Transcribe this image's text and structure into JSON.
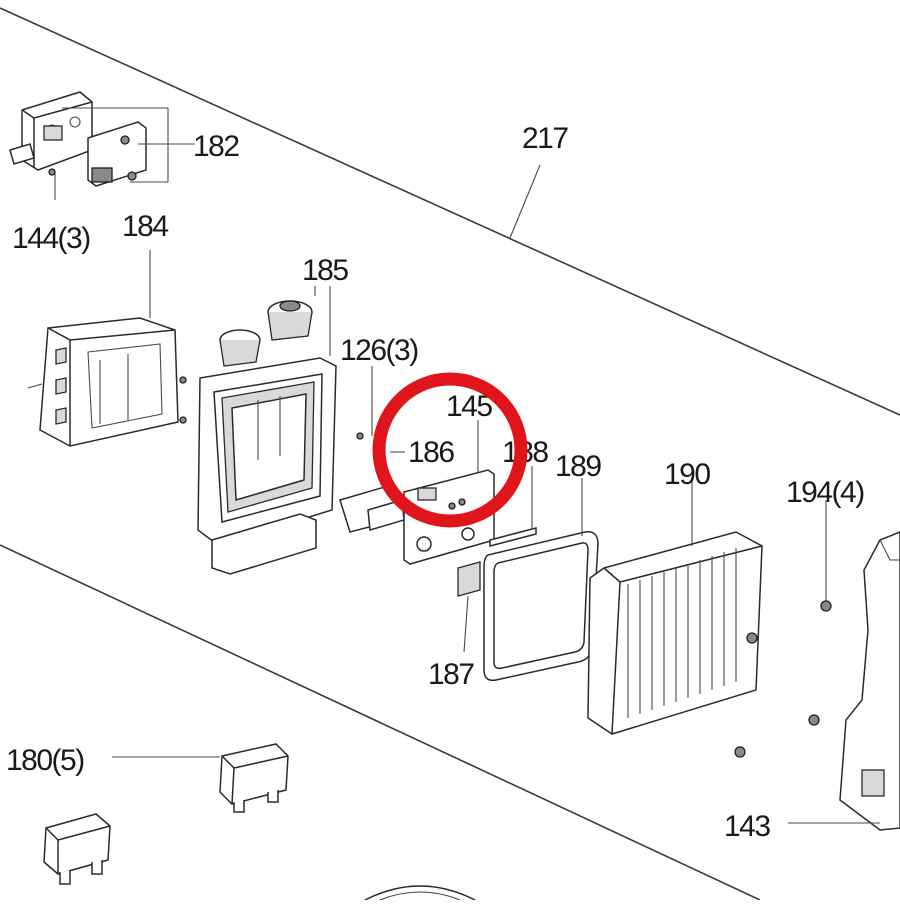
{
  "diagram": {
    "highlight_color": "#e0151b",
    "labels": {
      "l217": "217",
      "l182": "182",
      "l144": "144(3)",
      "l184": "184",
      "l185": "185",
      "l126": "126(3)",
      "l145": "145",
      "l186": "186",
      "l188": "188",
      "l189": "189",
      "l190": "190",
      "l194": "194(4)",
      "l187": "187",
      "l180": "180(5)",
      "l143": "143"
    }
  }
}
